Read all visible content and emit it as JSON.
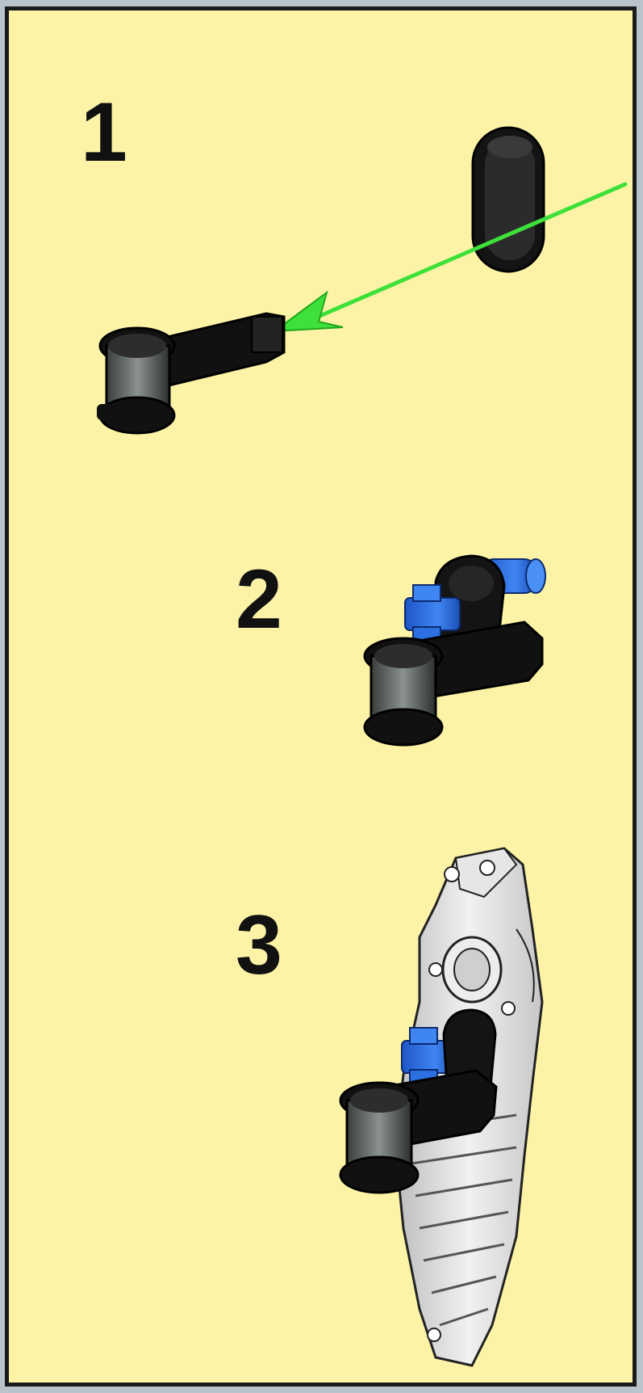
{
  "steps": [
    {
      "number": "1"
    },
    {
      "number": "2"
    },
    {
      "number": "3"
    }
  ],
  "colors": {
    "background": "#fdf3a6",
    "border": "#1a1a1a",
    "arrow": "#3ee03a",
    "pin_blue": "#2b6fe0",
    "part_black": "#141414",
    "part_grey": "#d9d9d9"
  }
}
